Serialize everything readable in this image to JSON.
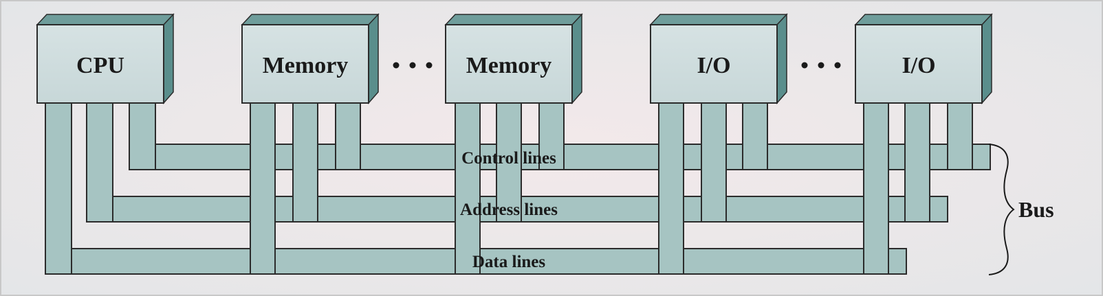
{
  "modules": [
    {
      "label": "CPU"
    },
    {
      "label": "Memory"
    },
    {
      "label": "Memory"
    },
    {
      "label": "I/O"
    },
    {
      "label": "I/O"
    }
  ],
  "lines": {
    "control": "Control lines",
    "address": "Address lines",
    "data": "Data lines"
  },
  "bus_label": "Bus",
  "colors": {
    "bus_fill": "#a6c4c2",
    "box_top": "#6f9d9b",
    "box_side": "#5a8e8c",
    "outline": "#2b2b2b"
  }
}
